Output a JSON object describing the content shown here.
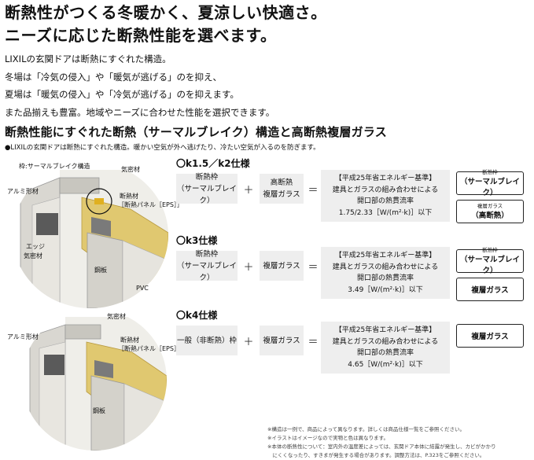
{
  "headline": {
    "line1": "断熱性がつくる冬暖かく、夏涼しい快適さ。",
    "line2": "ニーズに応じた断熱性能を選べます。"
  },
  "intro": [
    "LIXILの玄関ドアは断熱にすぐれた構造。",
    "冬場は「冷気の侵入」や「暖気が逃げる」のを抑え、",
    "夏場は「暖気の侵入」や「冷気が逃げる」のを抑えます。",
    "また品揃えも豊富。地域やニーズに合わせた性能を選択できます。"
  ],
  "section": {
    "title": "断熱性能にすぐれた断熱（サーマルブレイク）構造と高断熱複層ガラス",
    "note": "●LIXILの玄関ドアは断熱にすぐれた構造。暖かい空気が外へ逃げたり、冷たい空気が入るのを防ぎます。"
  },
  "diagram_top": {
    "labels": {
      "thermal_break": "枠:サーマルブレイク構造",
      "weatherstrip": "気密材",
      "aluminum": "アルミ形材",
      "insulation1": "断熱材",
      "insulation2": "［断熱パネル［EPS］］",
      "edge1": "エッジ",
      "edge2": "気密材",
      "steel": "鋼板",
      "pvc": "PVC"
    }
  },
  "diagram_bottom": {
    "labels": {
      "weatherstrip": "気密材",
      "aluminum": "アルミ形材",
      "insulation1": "断熱材",
      "insulation2": "［断熱パネル［EPS］］",
      "steel": "鋼板"
    }
  },
  "specs": [
    {
      "title": "〇k1.5／k2仕様",
      "frame": [
        "断熱枠",
        "（サーマルブレイク）"
      ],
      "plus": "＋",
      "glass": [
        "高断熱",
        "複層ガラス"
      ],
      "equals": "＝",
      "result": [
        "【平成25年省エネルギー基準】",
        "建具とガラスの組み合わせによる",
        "開口部の熱貫流率",
        "1.75/2.33［W/(m²·k)］以下"
      ],
      "tags": [
        {
          "small": "断熱枠",
          "main": "（サーマルブレイク）"
        },
        {
          "small": "複層ガラス",
          "main": "（高断熱）"
        }
      ]
    },
    {
      "title": "〇k3仕様",
      "frame": [
        "断熱枠",
        "（サーマルブレイク）"
      ],
      "plus": "＋",
      "glass": [
        "複層ガラス"
      ],
      "equals": "＝",
      "result": [
        "【平成25年省エネルギー基準】",
        "建具とガラスの組み合わせによる",
        "開口部の熱貫流率",
        "3.49［W/(m²·k)］以下"
      ],
      "tags": [
        {
          "small": "断熱枠",
          "main": "（サーマルブレイク）"
        },
        {
          "small": "",
          "main": "複層ガラス"
        }
      ]
    },
    {
      "title": "〇k4仕様",
      "frame": [
        "一般（非断熱）枠"
      ],
      "plus": "＋",
      "glass": [
        "複層ガラス"
      ],
      "equals": "＝",
      "result": [
        "【平成25年省エネルギー基準】",
        "建具とガラスの組み合わせによる",
        "開口部の熱貫流率",
        "4.65［W/(m²·k)］以下"
      ],
      "tags": [
        {
          "small": "",
          "main": "複層ガラス"
        }
      ]
    }
  ],
  "footnotes": [
    "※構造は一例で、商品によって異なります。詳しくは商品仕様一覧をご参照ください。",
    "※イラストはイメージなので実物と色は異なります。",
    "※本体の断熱性について：室内外の温度差によっては、玄関ドア本体に結露が発生し、カビがかかり",
    "　にくくなったり、すきまが発生する場合があります。調整方法は、P.323をご参照ください。"
  ],
  "colors": {
    "panel_bg": "#eeeeee",
    "insulation": "#e0c870",
    "aluminum": "#d8d6d0"
  }
}
